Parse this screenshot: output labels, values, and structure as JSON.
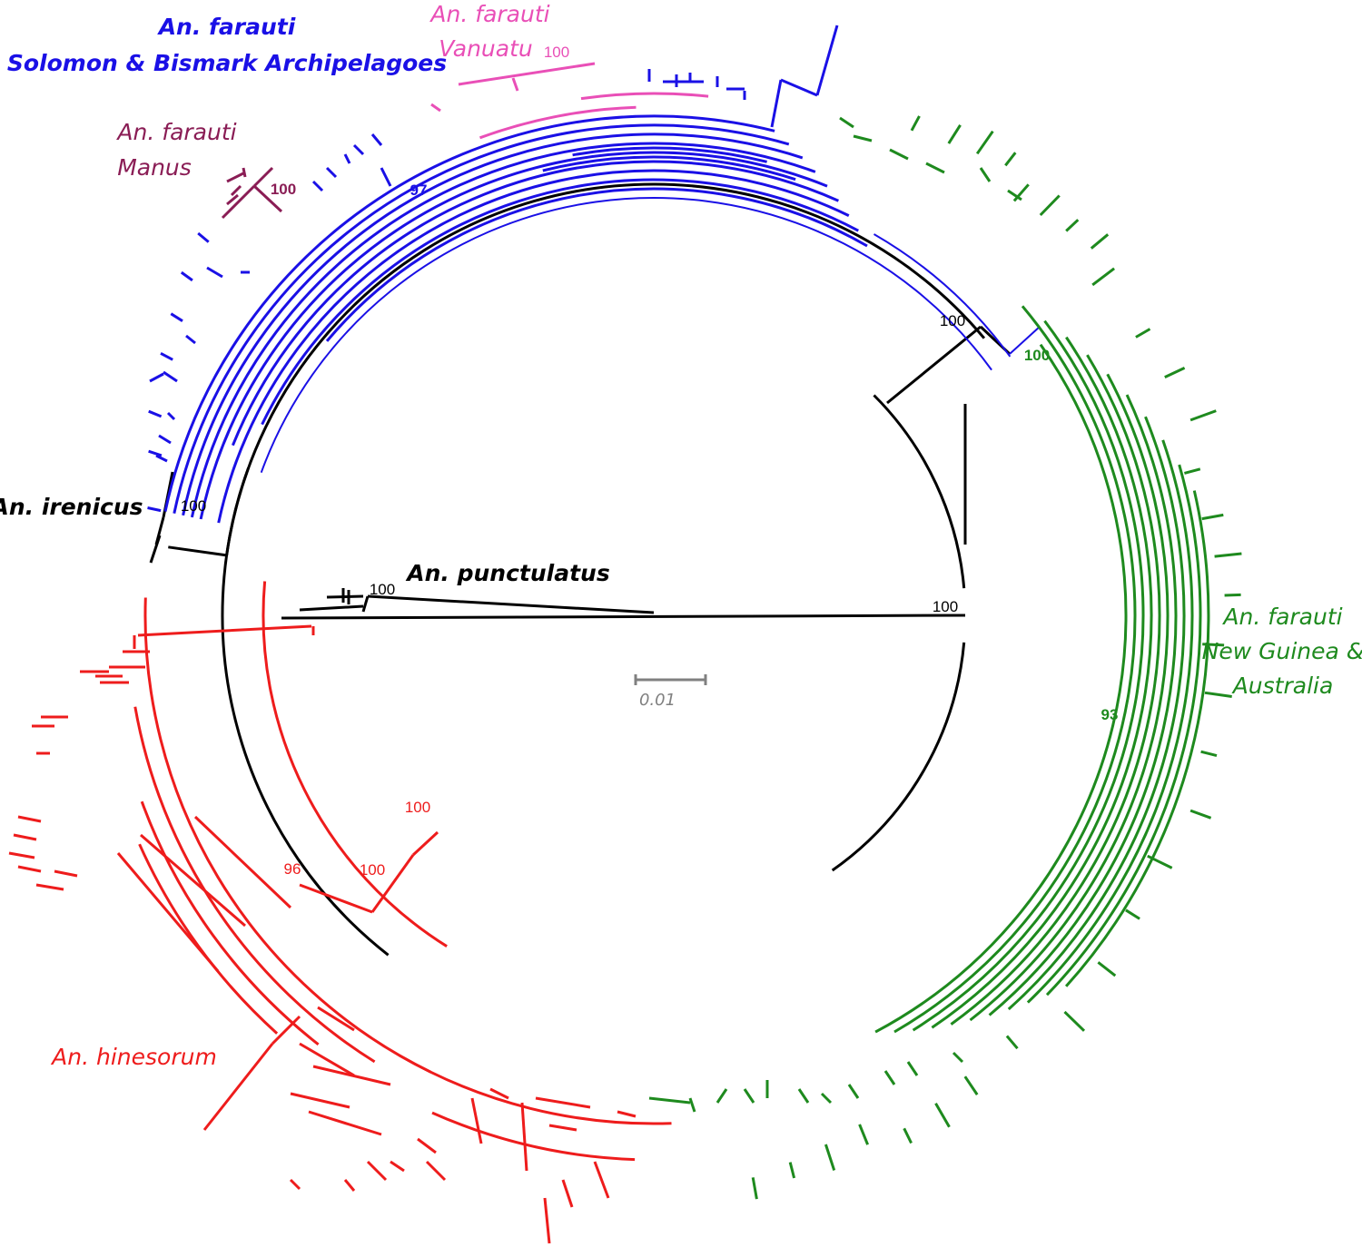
{
  "colors": {
    "black": "#000000",
    "blue": "#1a10e6",
    "pink": "#e94fb7",
    "maroon": "#8a1d55",
    "green": "#1e8a1e",
    "red": "#ee1c1c",
    "scale": "#808080"
  },
  "clades": {
    "solomon": {
      "line1": "An. farauti",
      "line2": "Solomon & Bismark Archipelagoes"
    },
    "vanuatu": {
      "line1": "An. farauti",
      "line2": "Vanuatu"
    },
    "manus": {
      "line1": "An. farauti",
      "line2": "Manus"
    },
    "irenicus": {
      "line1": "An. irenicus"
    },
    "punctulatus": {
      "line1": "An. punctulatus"
    },
    "newguinea": {
      "line1": "An. farauti",
      "line2": "New Guinea &",
      "line3": "Australia"
    },
    "hinesorum": {
      "line1": "An. hinesorum"
    }
  },
  "support": {
    "vanuatu": "100",
    "manus": "100",
    "solomon97": "97",
    "farauti_root": "100",
    "newguinea_root": "100",
    "irenicus": "100",
    "punctulatus_tip": "100",
    "root": "100",
    "newguinea93": "93",
    "hinesorum_root": "100",
    "hinesorum_inner": "100",
    "hinesorum_96": "96"
  },
  "scale_bar": {
    "label": "0.01"
  }
}
